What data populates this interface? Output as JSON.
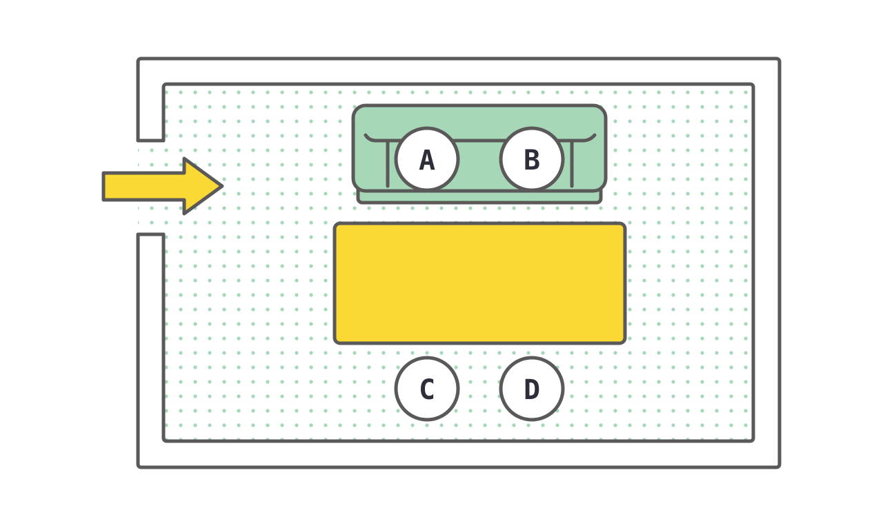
{
  "colors": {
    "wall": "#5a5858",
    "floor_dot": "#a6d8b8",
    "sofa": "#a6d8b8",
    "table": "#fbd935",
    "arrow": "#fbd935",
    "seat_fill": "#ffffff",
    "label": "#2e2e3a"
  },
  "icons": {
    "entrance": "arrow-right-icon",
    "sofa": "sofa-icon"
  },
  "seats": {
    "a": "A",
    "b": "B",
    "c": "C",
    "d": "D"
  }
}
